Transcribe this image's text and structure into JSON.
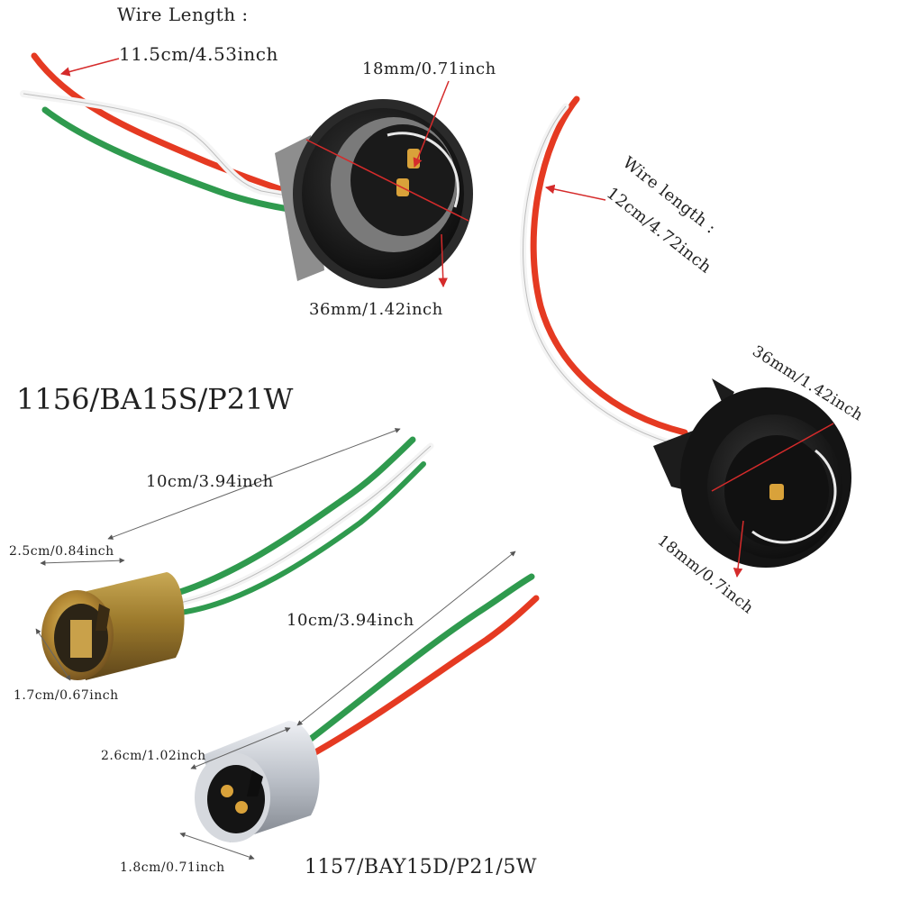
{
  "top_socket": {
    "wire_length_title": "Wire Length :",
    "wire_length": "11.5cm/4.53inch",
    "inner_diameter": "18mm/0.71inch",
    "outer_diameter": "36mm/1.42inch"
  },
  "right_socket": {
    "wire_length_title": "Wire length :",
    "wire_length": "12cm/4.72inch",
    "outer_diameter": "36mm/1.42inch",
    "inner_diameter": "18mm/0.7inch"
  },
  "ba15s": {
    "model": "1156/BA15S/P21W",
    "wire_length": "10cm/3.94inch",
    "width": "2.5cm/0.84inch",
    "height": "1.7cm/0.67inch"
  },
  "bay15d": {
    "model": "1157/BAY15D/P21/5W",
    "wire_length": "10cm/3.94inch",
    "width": "2.6cm/1.02inch",
    "height": "1.8cm/0.71inch"
  },
  "colors": {
    "red_wire": "#e53a22",
    "green_wire": "#2f9a4e",
    "white_wire": "#f2f2f2",
    "socket_black": "#1c1c1c",
    "socket_grey": "#8f8f8f",
    "brass": "#b8943a",
    "silver": "#c9ccd2",
    "arrow_red": "#d52b2b"
  }
}
